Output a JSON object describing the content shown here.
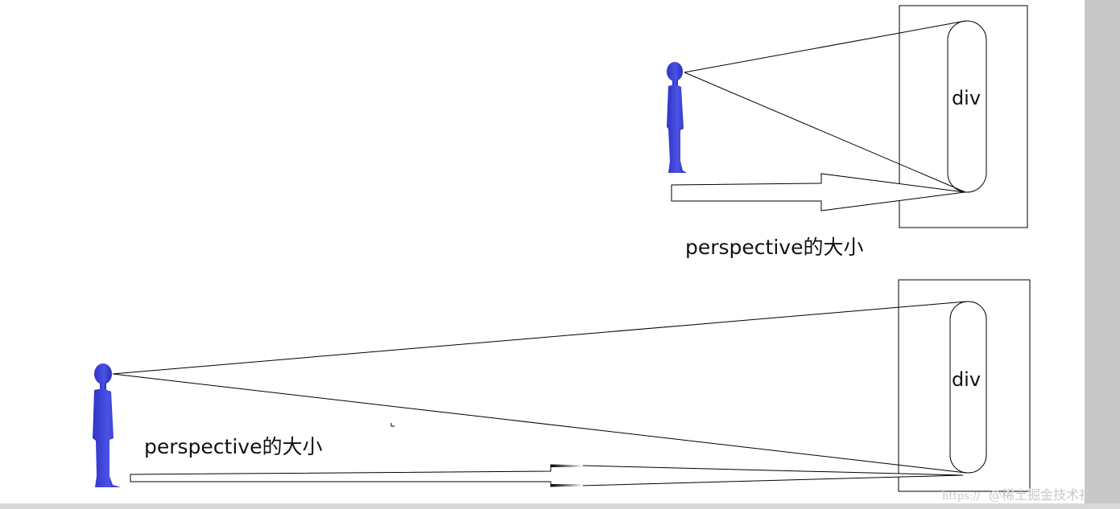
{
  "diagrams": [
    {
      "object_label": "div",
      "caption": "perspective的大小"
    },
    {
      "object_label": "div",
      "caption": "perspective的大小"
    }
  ],
  "watermark": {
    "faint": "https://",
    "text": "@稀土掘金技术社区"
  },
  "colors": {
    "figure": "#3f46d8",
    "lines": "#000000",
    "right_strip": "#c8c8c8",
    "bottom_strip": "#d9d9d9"
  }
}
